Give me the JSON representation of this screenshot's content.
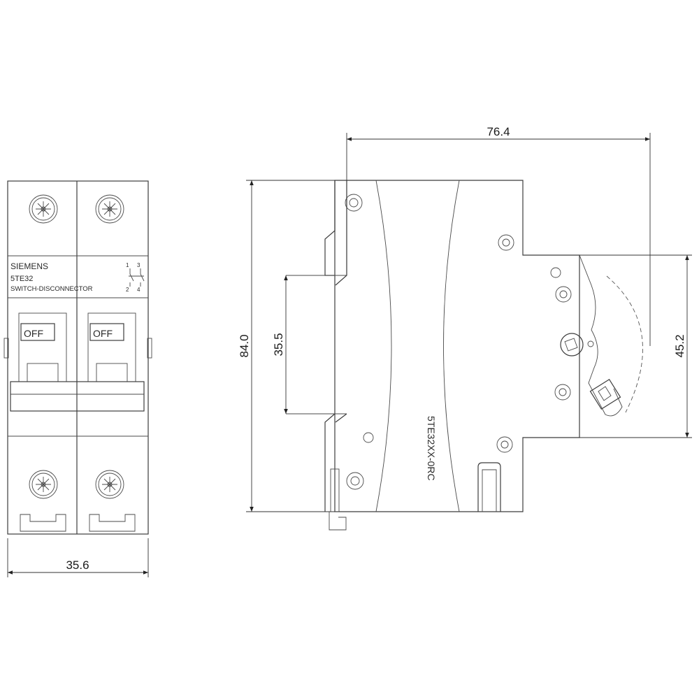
{
  "front_view": {
    "brand": "SIEMENS",
    "model": "5TE32",
    "device_type": "SWITCH-DISCONNECTOR",
    "contacts": {
      "top_left": "1",
      "top_right": "3",
      "bottom_left": "2",
      "bottom_right": "4"
    },
    "toggle_labels": [
      "OFF",
      "OFF"
    ]
  },
  "side_view": {
    "part_label": "5TE32XX-0RC"
  },
  "dimensions": {
    "width": "35.6",
    "height": "84.0",
    "depth": "76.4",
    "rail_height": "35.5",
    "front_height": "45.2"
  },
  "colors": {
    "line": "#3c3c3c",
    "background": "#ffffff"
  }
}
